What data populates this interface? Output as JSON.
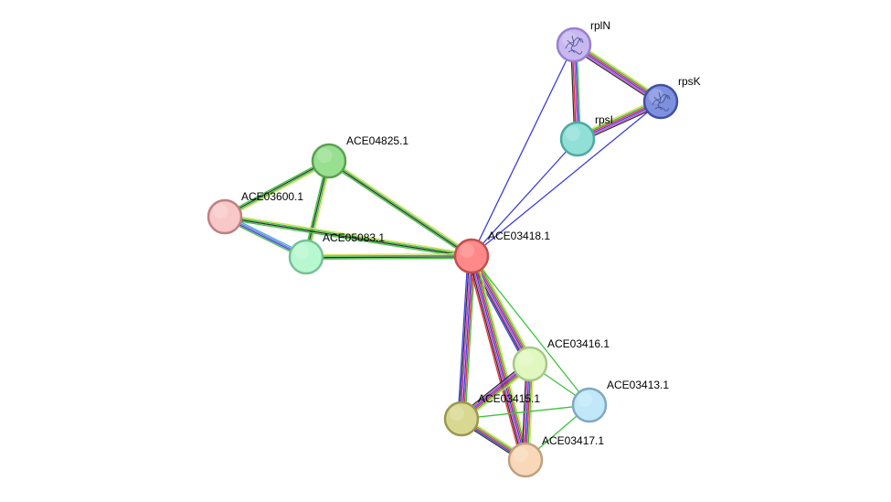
{
  "network": {
    "evidence_colors": {
      "green": "#3cc43c",
      "red": "#e03030",
      "blue": "#3c3cdc",
      "black": "#303030",
      "yellow": "#d8e060",
      "magenta": "#d040d0",
      "cyan": "#40b0d0",
      "purple": "#7070e0"
    },
    "nodes": [
      {
        "id": "rplN",
        "label": "rplN",
        "fill": "#c8b8f0",
        "stroke": "#9880d0",
        "icon": "protein-structure-icon"
      },
      {
        "id": "rpsK",
        "label": "rpsK",
        "fill": "#8090e0",
        "stroke": "#4050a0",
        "icon": "protein-structure-icon"
      },
      {
        "id": "rpsI",
        "label": "rpsI",
        "fill": "#90e0d8",
        "stroke": "#50a8a0",
        "icon": ""
      },
      {
        "id": "ACE04825.1",
        "label": "ACE04825.1",
        "fill": "#98e090",
        "stroke": "#5aa050",
        "icon": ""
      },
      {
        "id": "ACE03600.1",
        "label": "ACE03600.1",
        "fill": "#f8c8c8",
        "stroke": "#c08080",
        "icon": ""
      },
      {
        "id": "ACE05083.1",
        "label": "ACE05083.1",
        "fill": "#b8f8d0",
        "stroke": "#78c098",
        "icon": ""
      },
      {
        "id": "ACE03418.1",
        "label": "ACE03418.1",
        "fill": "#ff8888",
        "stroke": "#c05050",
        "icon": ""
      },
      {
        "id": "ACE03416.1",
        "label": "ACE03416.1",
        "fill": "#e0f8c0",
        "stroke": "#a8c888",
        "icon": ""
      },
      {
        "id": "ACE03413.1",
        "label": "ACE03413.1",
        "fill": "#c0e8f8",
        "stroke": "#80a8c0",
        "icon": ""
      },
      {
        "id": "ACE03415.1",
        "label": "ACE03415.1",
        "fill": "#d8d890",
        "stroke": "#989850",
        "icon": ""
      },
      {
        "id": "ACE03417.1",
        "label": "ACE03417.1",
        "fill": "#f8d8b8",
        "stroke": "#c0a080",
        "icon": ""
      }
    ],
    "edges": [
      {
        "source": "rplN",
        "target": "rpsK",
        "evidence": [
          "yellow",
          "green",
          "red",
          "blue",
          "magenta",
          "black"
        ]
      },
      {
        "source": "rplN",
        "target": "rpsI",
        "evidence": [
          "green",
          "blue",
          "magenta",
          "red",
          "black"
        ]
      },
      {
        "source": "rpsI",
        "target": "rpsK",
        "evidence": [
          "yellow",
          "green",
          "red",
          "blue",
          "magenta",
          "black"
        ]
      },
      {
        "source": "ACE03418.1",
        "target": "rplN",
        "evidence": [
          "blue"
        ]
      },
      {
        "source": "ACE03418.1",
        "target": "rpsK",
        "evidence": [
          "blue"
        ]
      },
      {
        "source": "ACE03418.1",
        "target": "rpsI",
        "evidence": [
          "blue"
        ]
      },
      {
        "source": "ACE04825.1",
        "target": "ACE03600.1",
        "evidence": [
          "yellow",
          "green",
          "black",
          "green"
        ]
      },
      {
        "source": "ACE04825.1",
        "target": "ACE05083.1",
        "evidence": [
          "yellow",
          "green",
          "black",
          "green"
        ]
      },
      {
        "source": "ACE04825.1",
        "target": "ACE03418.1",
        "evidence": [
          "yellow",
          "green",
          "black",
          "green"
        ]
      },
      {
        "source": "ACE03600.1",
        "target": "ACE05083.1",
        "evidence": [
          "cyan",
          "purple",
          "blue",
          "green"
        ]
      },
      {
        "source": "ACE03600.1",
        "target": "ACE03418.1",
        "evidence": [
          "yellow",
          "green",
          "black",
          "green"
        ]
      },
      {
        "source": "ACE05083.1",
        "target": "ACE03418.1",
        "evidence": [
          "yellow",
          "green",
          "black",
          "green"
        ]
      },
      {
        "source": "ACE03418.1",
        "target": "ACE03416.1",
        "evidence": [
          "yellow",
          "green",
          "red",
          "blue",
          "magenta",
          "black",
          "blue"
        ]
      },
      {
        "source": "ACE03418.1",
        "target": "ACE03415.1",
        "evidence": [
          "green",
          "red",
          "blue",
          "magenta",
          "black",
          "blue"
        ]
      },
      {
        "source": "ACE03418.1",
        "target": "ACE03417.1",
        "evidence": [
          "yellow",
          "green",
          "red",
          "blue",
          "magenta",
          "black",
          "red"
        ]
      },
      {
        "source": "ACE03418.1",
        "target": "ACE03413.1",
        "evidence": [
          "green"
        ]
      },
      {
        "source": "ACE03416.1",
        "target": "ACE03415.1",
        "evidence": [
          "yellow",
          "green",
          "red",
          "blue",
          "magenta",
          "black"
        ]
      },
      {
        "source": "ACE03416.1",
        "target": "ACE03417.1",
        "evidence": [
          "yellow",
          "green",
          "red",
          "blue",
          "magenta",
          "black"
        ]
      },
      {
        "source": "ACE03416.1",
        "target": "ACE03413.1",
        "evidence": [
          "green"
        ]
      },
      {
        "source": "ACE03415.1",
        "target": "ACE03417.1",
        "evidence": [
          "yellow",
          "green",
          "red",
          "blue",
          "black"
        ]
      },
      {
        "source": "ACE03415.1",
        "target": "ACE03413.1",
        "evidence": [
          "green"
        ]
      },
      {
        "source": "ACE03417.1",
        "target": "ACE03413.1",
        "evidence": [
          "green"
        ]
      }
    ]
  }
}
